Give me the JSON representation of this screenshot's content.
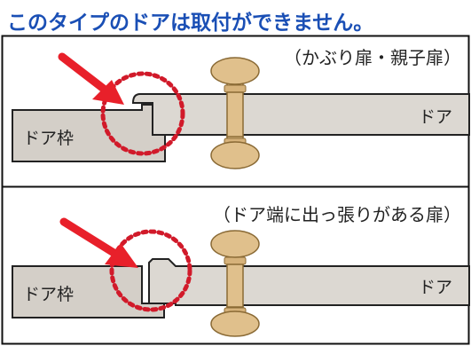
{
  "title": "このタイプのドアは取付ができません。",
  "panel_top": {
    "caption": "（かぶり扉・親子扉）",
    "frame_label": "ドア枠",
    "door_label": "ドア"
  },
  "panel_bottom": {
    "caption": "（ドア端に出っ張りがある扉）",
    "frame_label": "ドア枠",
    "door_label": "ドア"
  },
  "colors": {
    "title": "#1a4fb5",
    "border": "#111111",
    "frame_fill": "#d4cfc8",
    "door_fill": "#dcd8d2",
    "knob_fill": "#e0c08c",
    "knob_stroke": "#8a6a35",
    "arrow": "#e8202a",
    "dotted_circle": "#d11a2a"
  },
  "icons": [
    "arrow-icon",
    "dotted-circle-icon",
    "door-knob-icon"
  ]
}
